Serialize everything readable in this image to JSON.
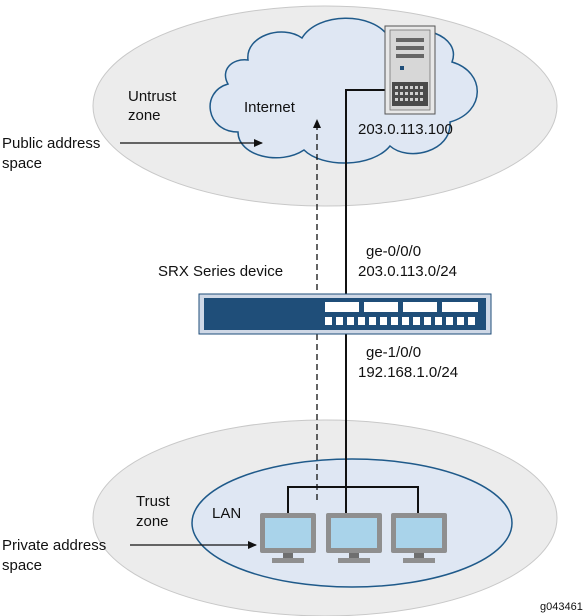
{
  "labels": {
    "untrust_zone": [
      "Untrust",
      "zone"
    ],
    "internet": "Internet",
    "server_ip": "203.0.113.100",
    "public_space": [
      "Public address",
      "space"
    ],
    "srx_device": "SRX Series device",
    "ge_upper_if": "ge-0/0/0",
    "ge_upper_net": "203.0.113.0/24",
    "ge_lower_if": "ge-1/0/0",
    "ge_lower_net": "192.168.1.0/24",
    "trust_zone": [
      "Trust",
      "zone"
    ],
    "lan": "LAN",
    "private_space": [
      "Private address",
      "space"
    ],
    "figure_id": "g043461"
  },
  "colors": {
    "zone_fill": "#ececec",
    "zone_stroke": "#bdbdbd",
    "cloud_fill": "#dfe7f3",
    "cloud_stroke": "#1f5a8a",
    "device_navy": "#1f4e79",
    "device_light": "#cfd8e6",
    "screen_blue": "#a9d3ea",
    "monitor_grey": "#9a9a9a"
  },
  "icons": [
    "cloud-icon",
    "server-icon",
    "router-icon",
    "monitor-icon"
  ]
}
